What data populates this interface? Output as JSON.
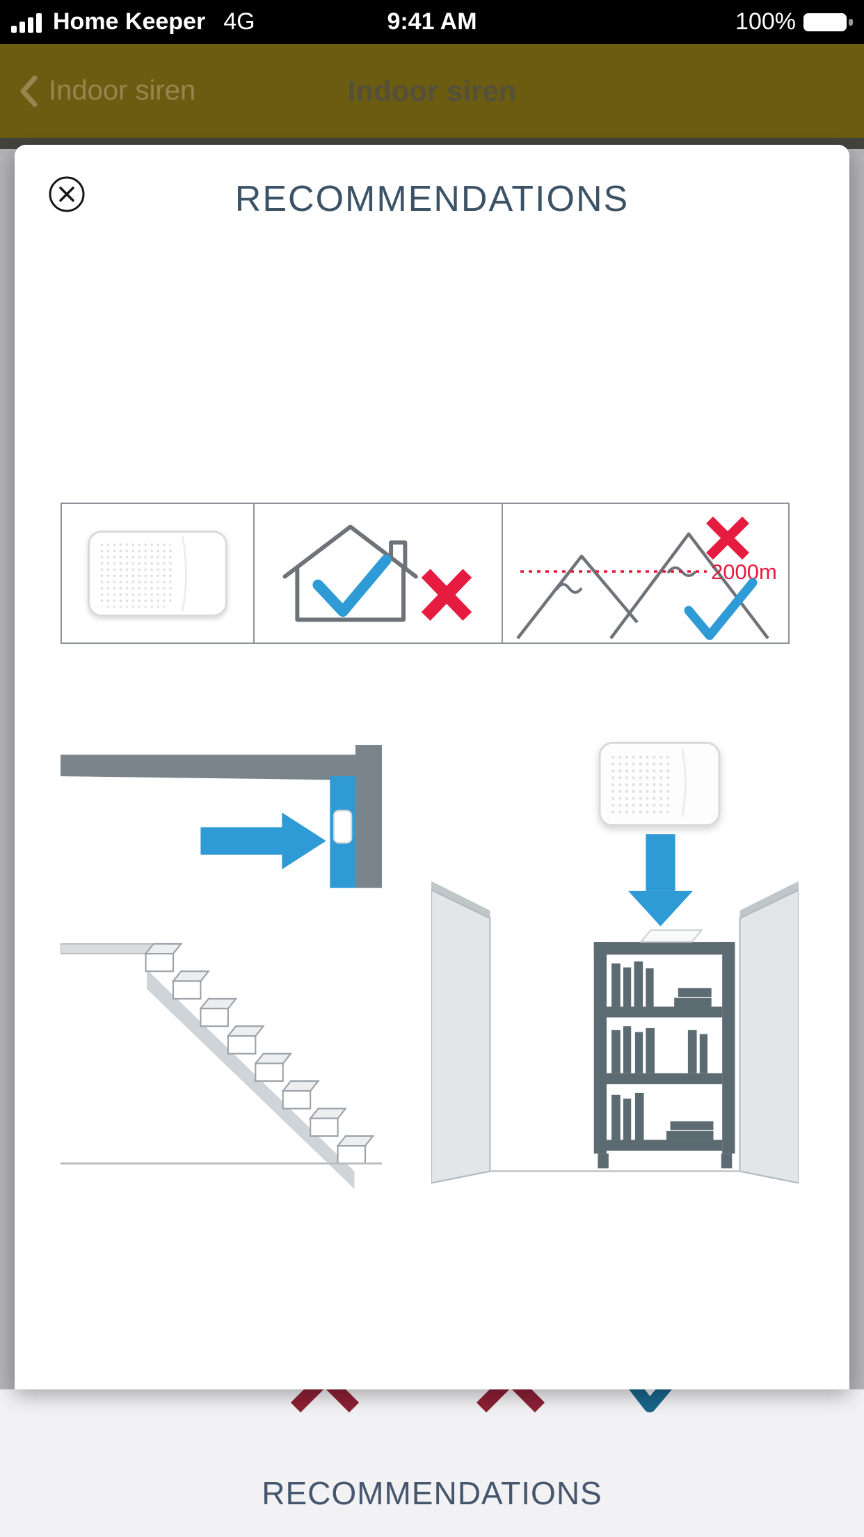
{
  "status_bar": {
    "carrier": "Home Keeper",
    "network": "4G",
    "time": "9:41 AM",
    "battery_percent": "100%"
  },
  "nav_header": {
    "back_label": "Indoor siren",
    "title": "Indoor siren"
  },
  "modal": {
    "title": "RECOMMENDATIONS",
    "altitude_label": "2000m"
  },
  "background_page": {
    "section_title": "RECOMMENDATIONS"
  },
  "icons": {
    "signal": "signal-bars-icon",
    "battery": "battery-icon",
    "back": "chevron-left-icon",
    "close": "close-icon",
    "check": "check-icon",
    "cross": "cross-icon",
    "arrow": "blue-arrow-icon"
  },
  "colors": {
    "accent_blue": "#2E9AD6",
    "alert_red": "#E51B3F",
    "modal_title": "#3C5265",
    "header_background": "#6B5C12",
    "illustration_gray": "#6D7378"
  }
}
